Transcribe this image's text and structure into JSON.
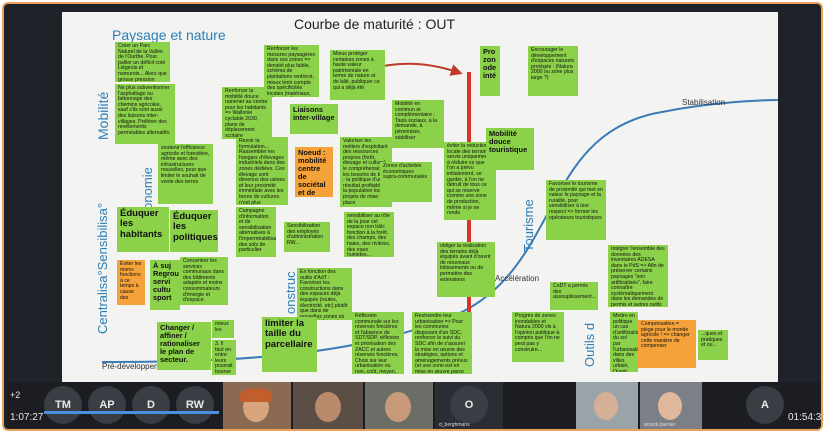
{
  "title": "Courbe de maturité : OUT",
  "labels": {
    "paysage": "Paysage et nature",
    "mobilite": "Mobilité",
    "economie": "Économie",
    "sensibilisa": "Centralisa°Sensibilisa°",
    "tourisme": "Tourisme",
    "stabilisation": "Stabilisation",
    "acceleration": "Accélération",
    "predevelopp": "Pré-développement",
    "outils": "Outils d",
    "construc": "onstruc"
  },
  "notes": [
    {
      "text": "Créer un Parc Naturel de la Vallée de l'Ourthe. Pour pallier un déficit coté Liégeois et namurois... Alors que grosse pression",
      "color": "g"
    },
    {
      "text": "Ne plus subventionner l'asphaltage ou bétonnage des chemins agricoles, sauf s'ils sont aussi des liaisons inter-villages. Préférer des revêtements perméables alternatifs.",
      "color": "g"
    },
    {
      "text": "Renforcer la mobilité douce ramener au centre pour les habitants => Wallonie cyclable 2030, plans de déplacement scolaire",
      "color": "g"
    },
    {
      "text": "Renforcer les mesures paysagères dans ces zones => densité plus faible, schéma de plantations renforcé, mieux tenir compte des spécificités locales (matériaux, volumes...)",
      "color": "g"
    },
    {
      "text": "Mieux protéger certaines zones à haute valeur patrimoniale en terme de nature et de bâti, publiquer ce qui a déjà été",
      "color": "g"
    },
    {
      "text": "Liaisons inter-village",
      "color": "g",
      "size": "mid"
    },
    {
      "text": "Pro zon ode inté",
      "color": "g",
      "size": "mid"
    },
    {
      "text": "Encourager le développement d'espaces naturels protégés : (Natura 2000 ou zone plus large ?)",
      "color": "g"
    },
    {
      "text": "soutenir l'efficience agricole et forestière, même avec des infrastructures nouvelles, pour que limiter le souhait de vente des terres",
      "color": "g"
    },
    {
      "text": "Revoir la formulation... Rassembler les hangars d'élevages industriels dans des zones dédiées. Ces élevage sont devenus des usines et leur proximité immédiate avec les terres de cultures n'est plus indispensable.",
      "color": "g"
    },
    {
      "text": "Valoriser les métiers d'exploitant des ressources propres (forêt, élevage et culture) le compréhension : les besoins de bien - la politique d'un résultat profitable à la population locale, projets de mise en place",
      "color": "g"
    },
    {
      "text": "Mobilité en commun et complémentaire : Taxis sociaux, à la demande, à pérenniser, stabiliser",
      "color": "g"
    },
    {
      "text": "Zones d'activités économiques supra-communales",
      "color": "g"
    },
    {
      "text": "éviter la réduction locale des terrains servis uniquement à réduire ce que l'on a prévu initialement, se garder, à l'on ne détruit de tous ce qui se réserve comme une zone de production, même si je ne rends",
      "color": "g"
    },
    {
      "text": "Mobilité douce touristique",
      "color": "g",
      "size": "mid"
    },
    {
      "text": "Noeud : mobilité centre de sociétal et de vision de l'agriculture",
      "color": "o",
      "size": "mid"
    },
    {
      "text": "Éduquer les habitants",
      "color": "g",
      "size": "big"
    },
    {
      "text": "Éduquer les politiques",
      "color": "g",
      "size": "big"
    },
    {
      "text": "Campagne d'information et de sensibilisation alternatives à l'imperméabilisation des sols de particulier",
      "color": "g"
    },
    {
      "text": "Sensibilisation des employés d'administration RW...",
      "color": "g"
    },
    {
      "text": "sensibiliser au rôle de la joue cet espace non bâti: fonction à la forêt, des champs, des haies, des rivières, des eaux humides...",
      "color": "g"
    },
    {
      "text": "obliger la réalisation des terrains déjà équipés avant d'ouvrir de nouveaux lotissements ou de permettre des extensions",
      "color": "g"
    },
    {
      "text": "Favoriser le tourisme de proximité qui met en valeur le paysage et la ruralité, pour sensibiliser à leur respect => former les opérateurs touristiques",
      "color": "g"
    },
    {
      "text": "Intégrer l'ensemble des données des inventaires ADESA dans le PdS => Afin de préserver certains paysages \"non artificialisés\", faire connaître systématiquement dans les demandes de permis et autres outils",
      "color": "g"
    },
    {
      "text": "Éviter les mono-fonctions à ce temps à cause des",
      "color": "o"
    },
    {
      "text": "À suj Regrou servi cultu sport",
      "color": "g",
      "size": "mid"
    },
    {
      "text": "Concentrer les services communaux dans des bâtiments adaptés et moins consommateurs d'énergie et d'espace.",
      "color": "g"
    },
    {
      "text": "En fonction des outils d'AdT : Favoriser les constructions dans des espaces déjà équipés (routes, électricité, etc) plutôt que dans de nouvelles zones où tout est à faire et construire",
      "color": "g"
    },
    {
      "text": "CoDT a permis des assouplissement...",
      "color": "g"
    },
    {
      "text": "Changer / affiner / rationaliser le plan de secteur.",
      "color": "g",
      "size": "mid"
    },
    {
      "text": "mieux les",
      "color": "g"
    },
    {
      "text": "3. Il faut en entre leurs pourrait bourse",
      "color": "g"
    },
    {
      "text": "limiter la taille du parcellaire",
      "color": "g",
      "size": "big"
    },
    {
      "text": "Réflexion communale sur les réserves foncières et l'absence de SDT/SDP, réflexion et priorisation des ZACC et autres réserves foncières. Choix sur leur urbanisation ou non, coût, moyen, long terme...",
      "color": "g"
    },
    {
      "text": "Restreindre leur urbanisation => Pour les communes disposant d'un SDC, renforcer le suivi du SDC afin de s'assurer la mise en œuvre des stratégies, options et aménagements prévus (et une zone est en mise en œuvre parce que",
      "color": "g"
    },
    {
      "text": "Progrès de zones inondables et Natura 2000 vis à l'opinion publique à compris que l'on ne peut pas y construire...",
      "color": "g"
    },
    {
      "text": "Mettre en politique un cas d'artificialisation du sol par l'urbanisation dans des villes urbain, Ouvrir l'espace, une",
      "color": "g"
    },
    {
      "text": "Compensation = piège pour le monde agricole ! => changer cette manière de compenser",
      "color": "o"
    },
    {
      "text": "...ques et pratiques et ou...",
      "color": "g"
    }
  ],
  "meeting": {
    "left_badge": "+2",
    "time_left": "1:07:27",
    "time_right": "01:54:32",
    "participants": [
      "TM",
      "AP",
      "D",
      "RW"
    ],
    "center_participant": "O",
    "name_a": "d_berghmans",
    "name_b": "annick.burnier",
    "right_participant": "A"
  }
}
